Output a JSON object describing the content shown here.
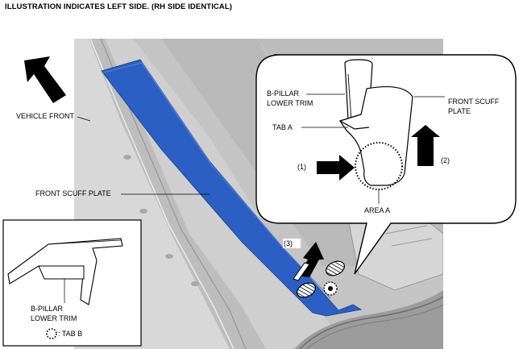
{
  "header": {
    "title": "ILLUSTRATION INDICATES LEFT SIDE. (RH SIDE IDENTICAL)"
  },
  "labels": {
    "vehicle_front": "VEHICLE FRONT",
    "front_scuff_plate_main": "FRONT SCUFF PLATE",
    "b_pillar_lower_trim_detail": [
      "B-PILLAR",
      "LOWER TRIM"
    ],
    "front_scuff_plate_detail": [
      "FRONT SCUFF",
      "PLATE"
    ],
    "tab_a": "TAB A",
    "step_1": "(1)",
    "step_2": "(2)",
    "step_3": "(3)",
    "area_a": "AREA A",
    "b_pillar_lower_trim_inset": [
      "B-PILLAR",
      "LOWER TRIM"
    ],
    "tab_b_legend": ": TAB B"
  },
  "colors": {
    "scuff_plate": "#2c5fc4",
    "body_panel": "#c9c9c9",
    "dark_panel": "#a6a6a6"
  }
}
